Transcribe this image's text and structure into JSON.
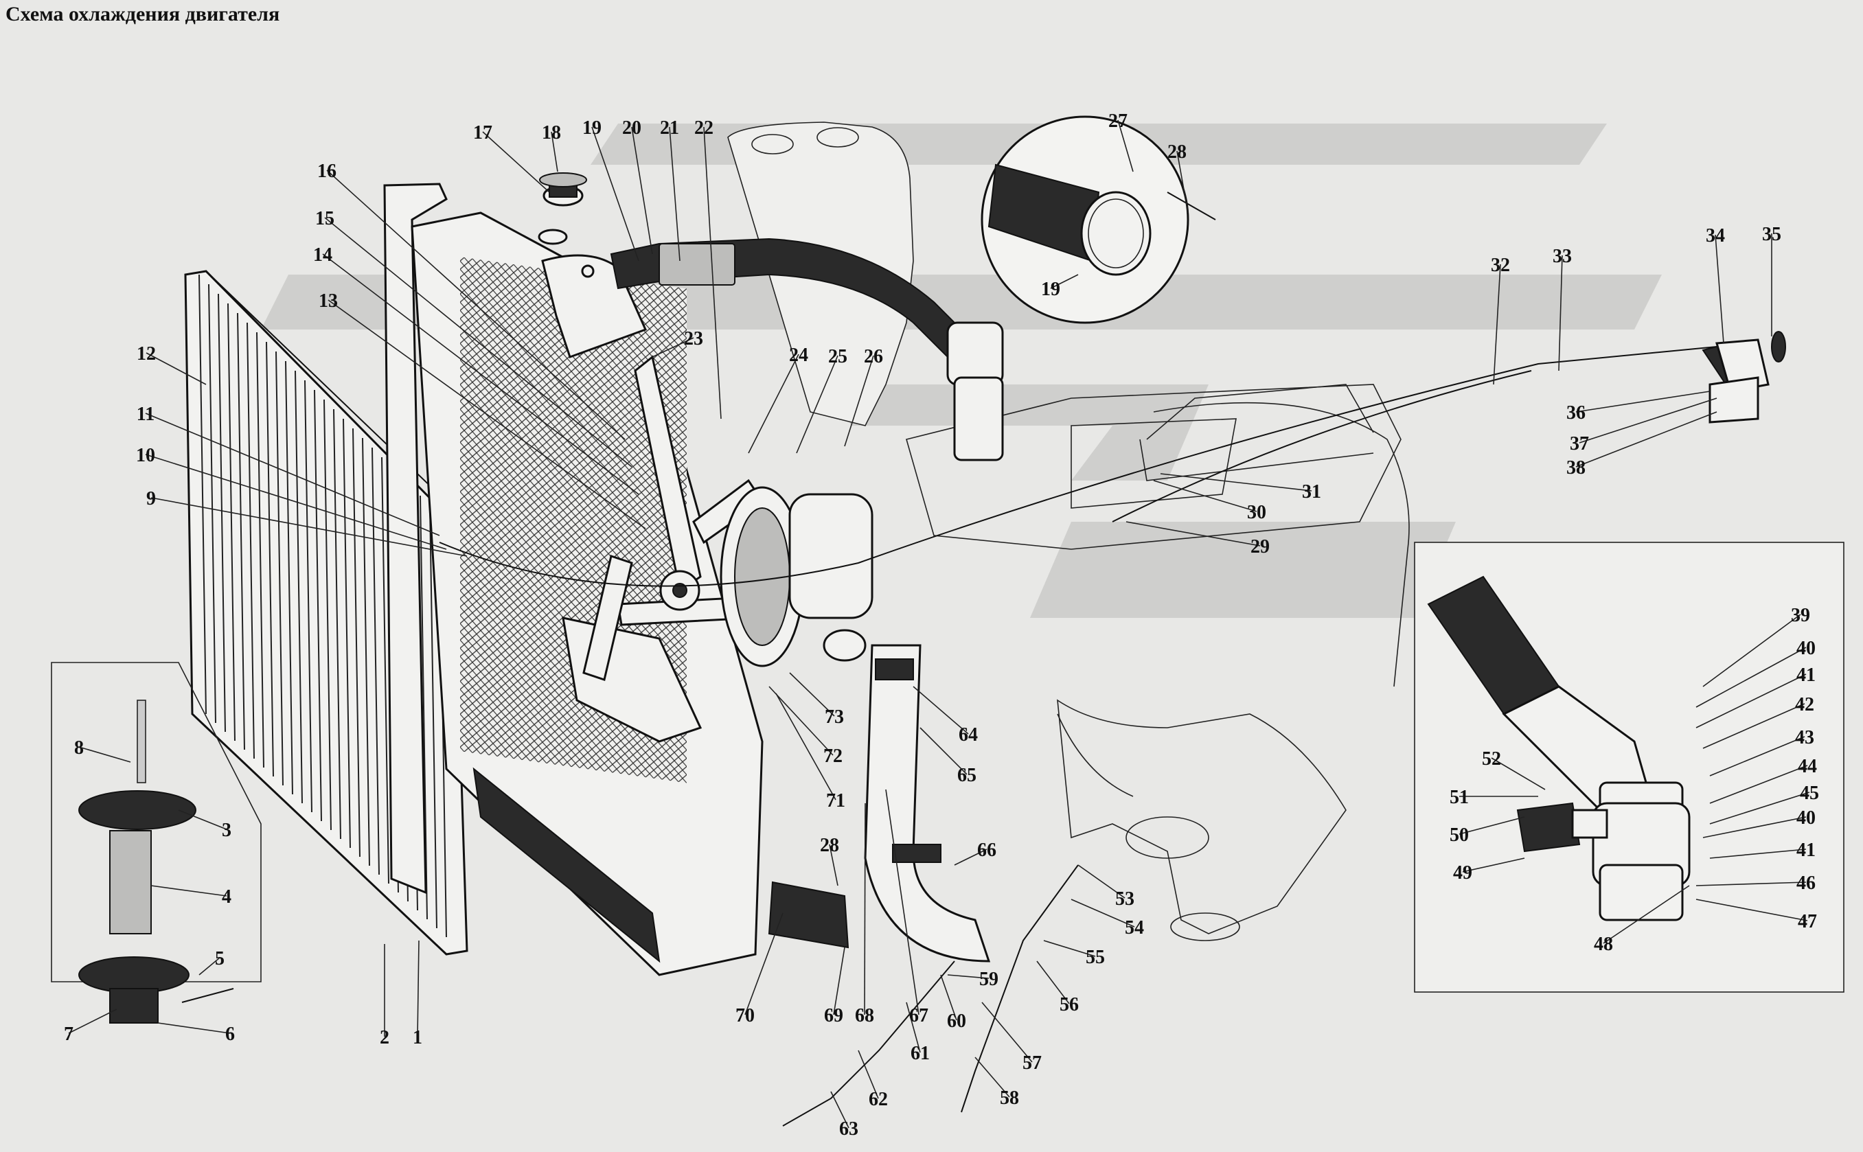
{
  "title": "Схема охлаждения двигателя",
  "callouts": [
    "1",
    "2",
    "3",
    "4",
    "5",
    "6",
    "7",
    "8",
    "9",
    "10",
    "11",
    "12",
    "13",
    "14",
    "15",
    "16",
    "17",
    "18",
    "19",
    "20",
    "21",
    "22",
    "23",
    "24",
    "25",
    "26",
    "27",
    "28",
    "19",
    "29",
    "30",
    "31",
    "32",
    "33",
    "34",
    "35",
    "36",
    "37",
    "38",
    "39",
    "40",
    "41",
    "42",
    "43",
    "44",
    "45",
    "40",
    "41",
    "46",
    "47",
    "48",
    "49",
    "50",
    "51",
    "52",
    "53",
    "54",
    "55",
    "56",
    "57",
    "58",
    "59",
    "60",
    "61",
    "62",
    "63",
    "64",
    "65",
    "66",
    "67",
    "68",
    "28",
    "69",
    "70",
    "71",
    "72",
    "73"
  ],
  "icons": {
    "radiator": "radiator-icon",
    "shutter": "radiator-shutter-icon",
    "fan": "fan-icon",
    "water_pump": "water-pump-icon",
    "filler_cap": "filler-cap-icon",
    "hose_clamp": "hose-clamp-icon",
    "control_cable": "control-cable-icon",
    "drain_cock": "drain-cock-icon",
    "engine_block": "engine-block-icon"
  },
  "colors": {
    "ink": "#111111",
    "paper": "#e8e8e6",
    "watermark": "#cfcfcd"
  }
}
